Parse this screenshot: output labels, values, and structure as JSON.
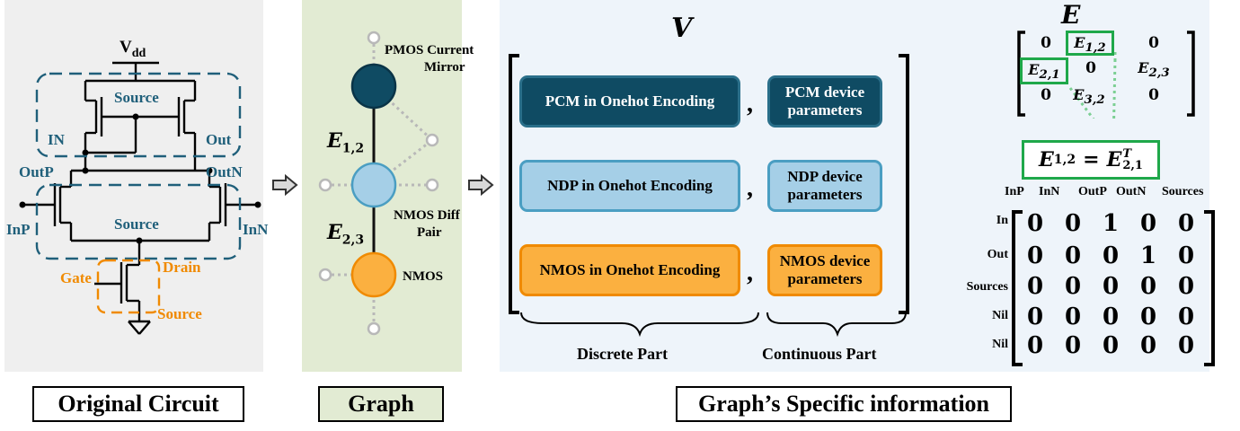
{
  "colors": {
    "dark_teal": "#0f4b63",
    "teal_stroke": "#2a6f8a",
    "light_blue": "#a5cfe7",
    "light_blue_stroke": "#4a9ec2",
    "orange": "#fbb040",
    "orange_stroke": "#f08a00",
    "green": "#1fa84a",
    "graph_bg": "#e2ebd3",
    "circuit_bg": "#efefef",
    "feature_bg": "#eef4fa"
  },
  "circuit": {
    "vdd": "V",
    "vdd_sub": "dd",
    "source_top": "Source",
    "in": "IN",
    "out": "Out",
    "outp": "OutP",
    "outn": "OutN",
    "source_mid": "Source",
    "inp": "InP",
    "inn": "InN",
    "gate": "Gate",
    "drain": "Drain",
    "source_bottom": "Source",
    "caption": "Original Circuit"
  },
  "graph": {
    "pmos_label_line1": "PMOS Current",
    "pmos_label_line2": "Mirror",
    "edge12": "E",
    "edge12_sub": "1,2",
    "edge23": "E",
    "edge23_sub": "2,3",
    "ndp_label_line1": "NMOS Diff",
    "ndp_label_line2": "Pair",
    "nmos_label": "NMOS",
    "caption": "Graph"
  },
  "features": {
    "v_symbol": "V",
    "rows": [
      {
        "onehot": "PCM in Onehot Encoding",
        "params_line1": "PCM device",
        "params_line2": "parameters"
      },
      {
        "onehot": "NDP in Onehot Encoding",
        "params_line1": "NDP device",
        "params_line2": "parameters"
      },
      {
        "onehot": "NMOS in Onehot Encoding",
        "params_line1": "NMOS device",
        "params_line2": "parameters"
      }
    ],
    "comma": ",",
    "discrete_label": "Discrete Part",
    "continuous_label": "Continuous Part",
    "caption": "Graph’s Specific information"
  },
  "edge_matrix": {
    "symbol": "E",
    "cells": [
      [
        "0",
        "E1,2",
        "0"
      ],
      [
        "E2,1",
        "0",
        "E2,3"
      ],
      [
        "0",
        "E3,2",
        "0"
      ]
    ],
    "equation_lhs": "E",
    "equation_lhs_sub": "1,2",
    "equation_eq": "=",
    "equation_rhs": "E",
    "equation_rhs_sup": "T",
    "equation_rhs_sub": "2,1"
  },
  "adjacency": {
    "columns": [
      "InP",
      "InN",
      "OutP",
      "OutN",
      "Sources"
    ],
    "rows": [
      "In",
      "Out",
      "Sources",
      "Nil",
      "Nil"
    ],
    "values": [
      [
        0,
        0,
        1,
        0,
        0
      ],
      [
        0,
        0,
        0,
        1,
        0
      ],
      [
        0,
        0,
        0,
        0,
        0
      ],
      [
        0,
        0,
        0,
        0,
        0
      ],
      [
        0,
        0,
        0,
        0,
        0
      ]
    ]
  }
}
